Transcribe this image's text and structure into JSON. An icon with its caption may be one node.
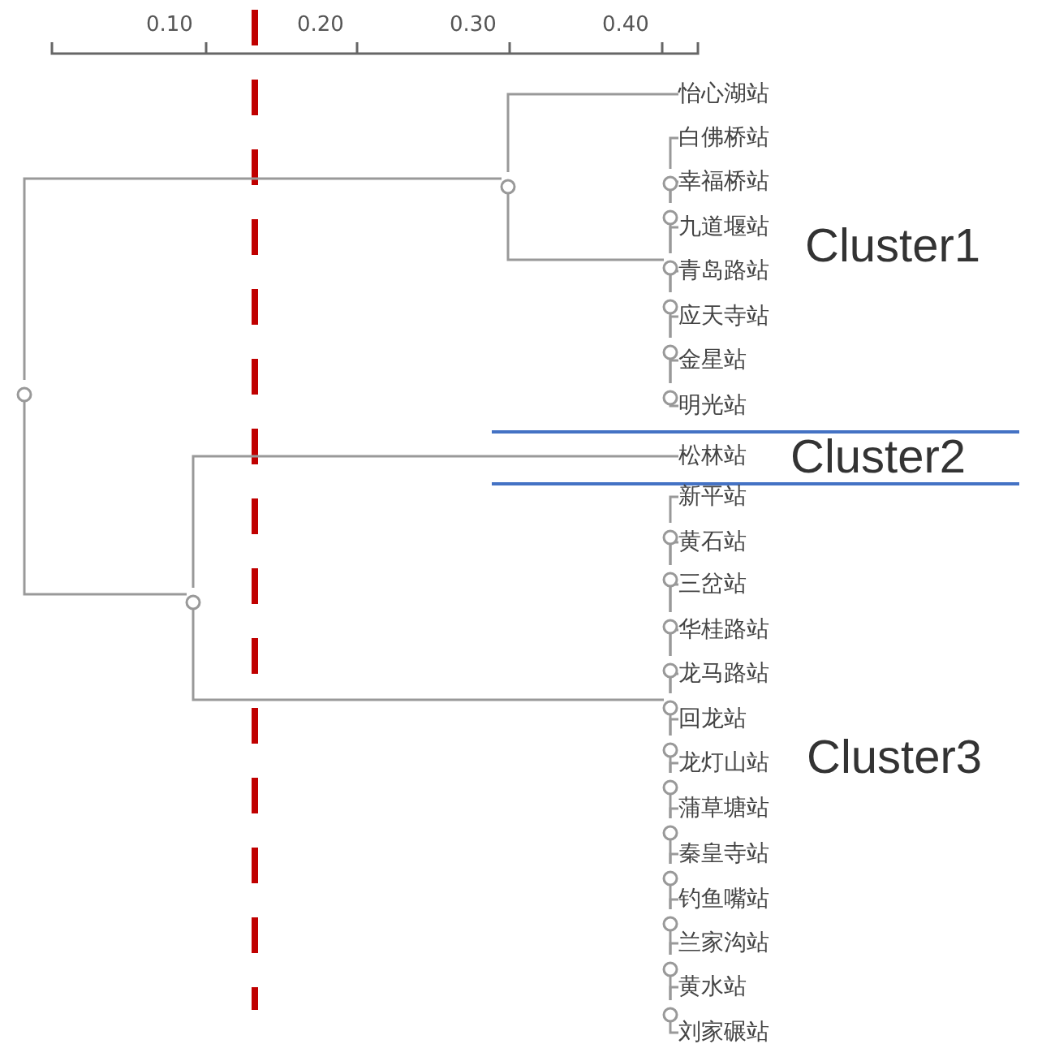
{
  "diagram": {
    "nodes": [
      {
        "text": [],
        "shape": "circle"
      },
      {
        "text": [],
        "shape": "circle"
      },
      {
        "text": [],
        "shape": "circle"
      },
      {
        "text": [],
        "shape": "circle"
      },
      {
        "text": [],
        "shape": "circle"
      },
      {
        "text": [],
        "shape": "circle"
      },
      {
        "text": [],
        "shape": "circle"
      },
      {
        "text": [],
        "shape": "circle"
      },
      {
        "text": [],
        "shape": "circle"
      },
      {
        "text": [],
        "shape": "circle"
      },
      {
        "text": [],
        "shape": "circle"
      },
      {
        "text": [],
        "shape": "circle"
      },
      {
        "text": [],
        "shape": "circle"
      },
      {
        "text": [],
        "shape": "circle"
      },
      {
        "text": [],
        "shape": "circle"
      },
      {
        "text": [],
        "shape": "circle"
      },
      {
        "text": [],
        "shape": "circle"
      },
      {
        "text": [],
        "shape": "circle"
      },
      {
        "text": [],
        "shape": "circle"
      },
      {
        "text": [],
        "shape": "circle"
      },
      {
        "text": [],
        "shape": "circle"
      },
      {
        "text": [
          "怡心湖站"
        ]
      },
      {
        "text": [
          "白佛桥站"
        ]
      },
      {
        "text": [
          "幸福桥站"
        ]
      },
      {
        "text": [
          "九道堰站"
        ]
      },
      {
        "text": [
          "青岛路站"
        ]
      },
      {
        "text": [
          "应天寺站"
        ]
      },
      {
        "text": [
          "金星站"
        ]
      },
      {
        "text": [
          "明光站"
        ]
      },
      {
        "text": [
          "松林站"
        ]
      },
      {
        "text": [
          "新平站"
        ]
      },
      {
        "text": [
          "黄石站"
        ]
      },
      {
        "text": [
          "三岔站"
        ]
      },
      {
        "text": [
          "华桂路站"
        ]
      },
      {
        "text": [
          "龙马路站"
        ]
      },
      {
        "text": [
          "回龙站"
        ]
      },
      {
        "text": [
          "龙灯山站"
        ]
      },
      {
        "text": [
          "蒲草塘站"
        ]
      },
      {
        "text": [
          "秦皇寺站"
        ]
      },
      {
        "text": [
          "钓鱼嘴站"
        ]
      },
      {
        "text": [
          "兰家沟站"
        ]
      },
      {
        "text": [
          "黄水站"
        ]
      },
      {
        "text": [
          "刘家碾站"
        ]
      }
    ],
    "edges": [
      {
        "from": 0,
        "to": 1,
        "arrow": "none"
      },
      {
        "from": 0,
        "to": 2,
        "arrow": "none"
      },
      {
        "from": 1,
        "to": 21,
        "arrow": "none"
      },
      {
        "from": 1,
        "to": 5,
        "arrow": "none"
      },
      {
        "from": 2,
        "to": 29,
        "arrow": "none"
      },
      {
        "from": 2,
        "to": 13,
        "arrow": "none"
      },
      {
        "from": 3,
        "to": 4,
        "arrow": "none"
      },
      {
        "from": 4,
        "to": 5,
        "arrow": "none"
      },
      {
        "from": 5,
        "to": 6,
        "arrow": "none"
      },
      {
        "from": 6,
        "to": 7,
        "arrow": "none"
      },
      {
        "from": 7,
        "to": 8,
        "arrow": "none"
      },
      {
        "from": 3,
        "to": 22,
        "arrow": "none"
      },
      {
        "from": 4,
        "to": 23,
        "arrow": "none"
      },
      {
        "from": 5,
        "to": 24,
        "arrow": "none"
      },
      {
        "from": 6,
        "to": 25,
        "arrow": "none"
      },
      {
        "from": 7,
        "to": 26,
        "arrow": "none"
      },
      {
        "from": 8,
        "to": 27,
        "arrow": "none"
      },
      {
        "from": 8,
        "to": 28,
        "arrow": "none"
      },
      {
        "from": 9,
        "to": 10,
        "arrow": "none"
      },
      {
        "from": 10,
        "to": 11,
        "arrow": "none"
      },
      {
        "from": 11,
        "to": 12,
        "arrow": "none"
      },
      {
        "from": 12,
        "to": 13,
        "arrow": "none"
      },
      {
        "from": 13,
        "to": 14,
        "arrow": "none"
      },
      {
        "from": 14,
        "to": 15,
        "arrow": "none"
      },
      {
        "from": 15,
        "to": 16,
        "arrow": "none"
      },
      {
        "from": 16,
        "to": 17,
        "arrow": "none"
      },
      {
        "from": 17,
        "to": 18,
        "arrow": "none"
      },
      {
        "from": 18,
        "to": 19,
        "arrow": "none"
      },
      {
        "from": 19,
        "to": 20,
        "arrow": "none"
      },
      {
        "from": 9,
        "to": 30,
        "arrow": "none"
      },
      {
        "from": 10,
        "to": 31,
        "arrow": "none"
      },
      {
        "from": 11,
        "to": 32,
        "arrow": "none"
      },
      {
        "from": 12,
        "to": 33,
        "arrow": "none"
      },
      {
        "from": 13,
        "to": 34,
        "arrow": "none"
      },
      {
        "from": 14,
        "to": 35,
        "arrow": "none"
      },
      {
        "from": 15,
        "to": 36,
        "arrow": "none"
      },
      {
        "from": 16,
        "to": 37,
        "arrow": "none"
      },
      {
        "from": 17,
        "to": 38,
        "arrow": "none"
      },
      {
        "from": 18,
        "to": 39,
        "arrow": "none"
      },
      {
        "from": 19,
        "to": 40,
        "arrow": "none"
      },
      {
        "from": 20,
        "to": 41,
        "arrow": "none"
      },
      {
        "from": 20,
        "to": 42,
        "arrow": "none"
      }
    ],
    "labels": [
      "0.10",
      "0.20",
      "0.30",
      "0.40",
      "Cluster1",
      "Cluster2",
      "Cluster3"
    ]
  }
}
